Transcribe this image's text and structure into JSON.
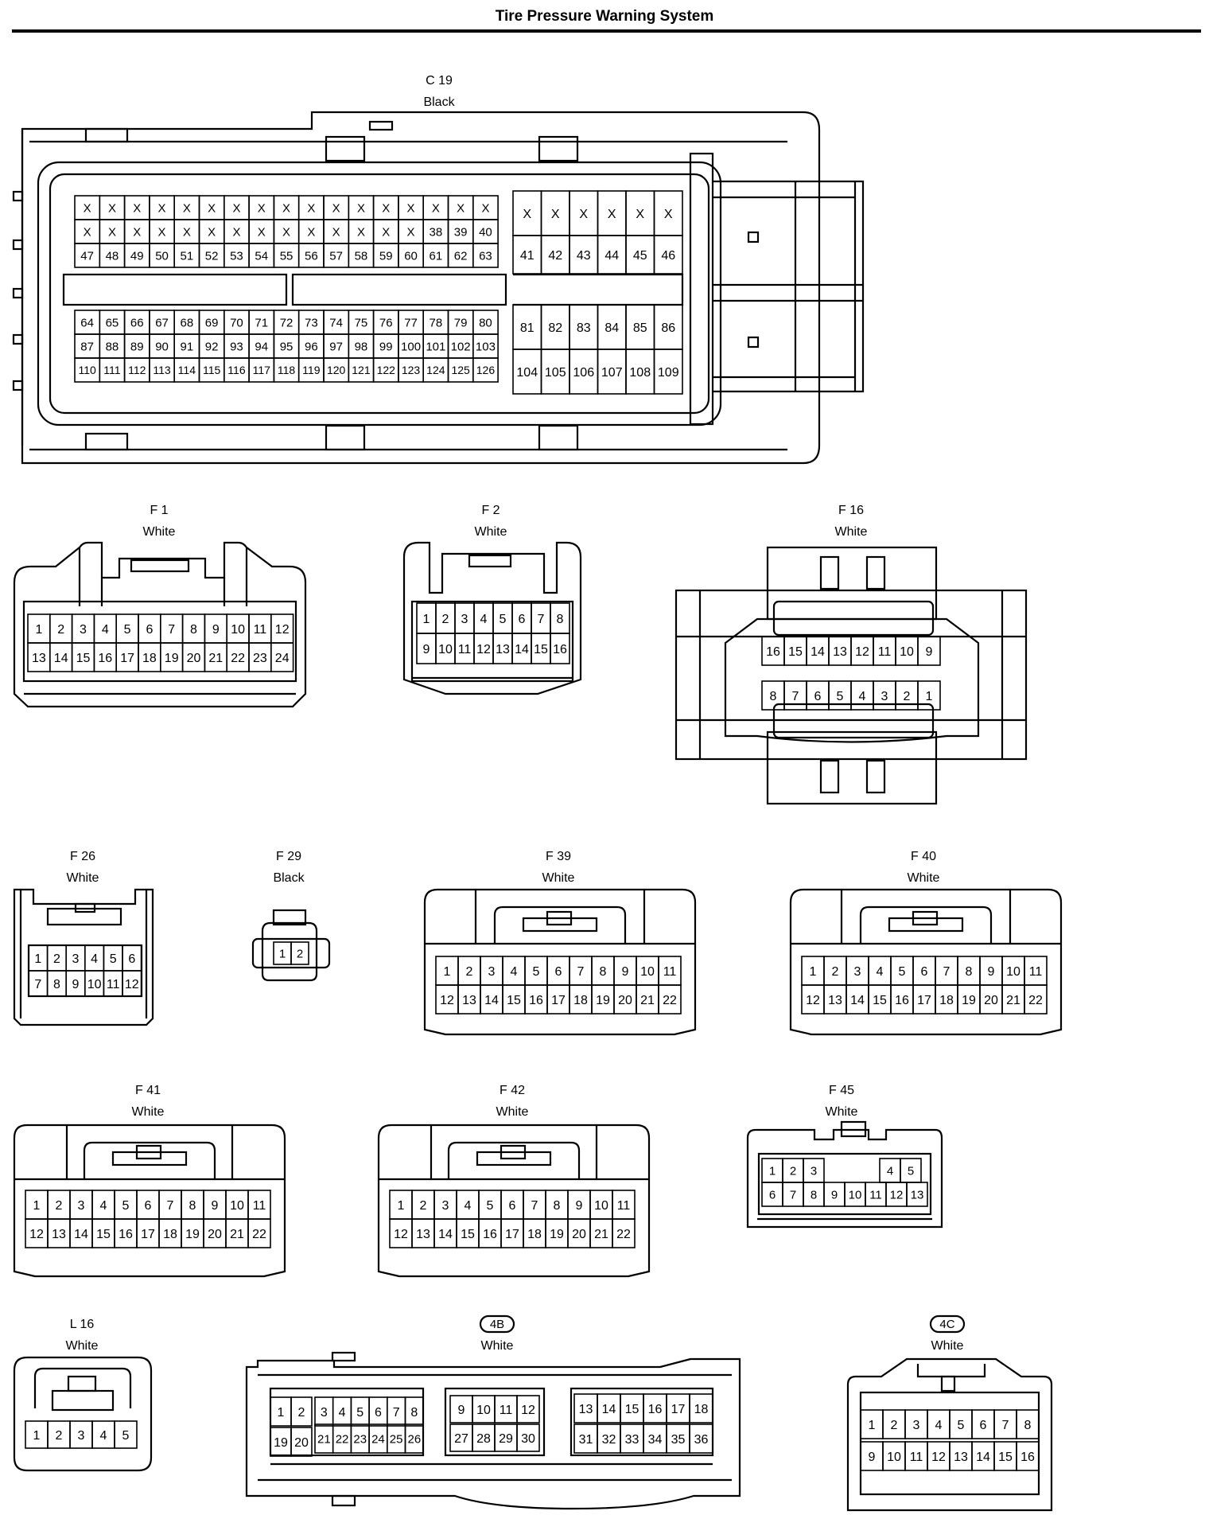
{
  "title": "Tire Pressure Warning System",
  "c19": {
    "name": "C 19",
    "color": "Black",
    "left_rows": [
      [
        "X",
        "X",
        "X",
        "X",
        "X",
        "X",
        "X",
        "X",
        "X",
        "X",
        "X",
        "X",
        "X",
        "X",
        "X",
        "X",
        "X"
      ],
      [
        "X",
        "X",
        "X",
        "X",
        "X",
        "X",
        "X",
        "X",
        "X",
        "X",
        "X",
        "X",
        "X",
        "X",
        "38",
        "39",
        "40"
      ],
      [
        "47",
        "48",
        "49",
        "50",
        "51",
        "52",
        "53",
        "54",
        "55",
        "56",
        "57",
        "58",
        "59",
        "60",
        "61",
        "62",
        "63"
      ],
      [
        "64",
        "65",
        "66",
        "67",
        "68",
        "69",
        "70",
        "71",
        "72",
        "73",
        "74",
        "75",
        "76",
        "77",
        "78",
        "79",
        "80"
      ],
      [
        "87",
        "88",
        "89",
        "90",
        "91",
        "92",
        "93",
        "94",
        "95",
        "96",
        "97",
        "98",
        "99",
        "100",
        "101",
        "102",
        "103"
      ],
      [
        "110",
        "111",
        "112",
        "113",
        "114",
        "115",
        "116",
        "117",
        "118",
        "119",
        "120",
        "121",
        "122",
        "123",
        "124",
        "125",
        "126"
      ]
    ],
    "right_rows": [
      [
        "X",
        "X",
        "X",
        "X",
        "X",
        "X"
      ],
      [
        "41",
        "42",
        "43",
        "44",
        "45",
        "46"
      ],
      [
        "81",
        "82",
        "83",
        "84",
        "85",
        "86"
      ],
      [
        "104",
        "105",
        "106",
        "107",
        "108",
        "109"
      ]
    ]
  },
  "connectors": [
    {
      "id": "f1",
      "name": "F 1",
      "color": "White",
      "rows": [
        [
          "1",
          "2",
          "3",
          "4",
          "5",
          "6",
          "7",
          "8",
          "9",
          "10",
          "11",
          "12"
        ],
        [
          "13",
          "14",
          "15",
          "16",
          "17",
          "18",
          "19",
          "20",
          "21",
          "22",
          "23",
          "24"
        ]
      ]
    },
    {
      "id": "f2",
      "name": "F 2",
      "color": "White",
      "rows": [
        [
          "1",
          "2",
          "3",
          "4",
          "5",
          "6",
          "7",
          "8"
        ],
        [
          "9",
          "10",
          "11",
          "12",
          "13",
          "14",
          "15",
          "16"
        ]
      ]
    },
    {
      "id": "f16",
      "name": "F 16",
      "color": "White",
      "rows": [
        [
          "16",
          "15",
          "14",
          "13",
          "12",
          "11",
          "10",
          "9"
        ],
        [
          "8",
          "7",
          "6",
          "5",
          "4",
          "3",
          "2",
          "1"
        ]
      ]
    },
    {
      "id": "f26",
      "name": "F 26",
      "color": "White",
      "rows": [
        [
          "1",
          "2",
          "3",
          "4",
          "5",
          "6"
        ],
        [
          "7",
          "8",
          "9",
          "10",
          "11",
          "12"
        ]
      ]
    },
    {
      "id": "f29",
      "name": "F 29",
      "color": "Black",
      "rows": [
        [
          "1",
          "2"
        ]
      ]
    },
    {
      "id": "f39",
      "name": "F 39",
      "color": "White",
      "rows": [
        [
          "1",
          "2",
          "3",
          "4",
          "5",
          "6",
          "7",
          "8",
          "9",
          "10",
          "11"
        ],
        [
          "12",
          "13",
          "14",
          "15",
          "16",
          "17",
          "18",
          "19",
          "20",
          "21",
          "22"
        ]
      ]
    },
    {
      "id": "f40",
      "name": "F 40",
      "color": "White",
      "rows": [
        [
          "1",
          "2",
          "3",
          "4",
          "5",
          "6",
          "7",
          "8",
          "9",
          "10",
          "11"
        ],
        [
          "12",
          "13",
          "14",
          "15",
          "16",
          "17",
          "18",
          "19",
          "20",
          "21",
          "22"
        ]
      ]
    },
    {
      "id": "f41",
      "name": "F 41",
      "color": "White",
      "rows": [
        [
          "1",
          "2",
          "3",
          "4",
          "5",
          "6",
          "7",
          "8",
          "9",
          "10",
          "11"
        ],
        [
          "12",
          "13",
          "14",
          "15",
          "16",
          "17",
          "18",
          "19",
          "20",
          "21",
          "22"
        ]
      ]
    },
    {
      "id": "f42",
      "name": "F 42",
      "color": "White",
      "rows": [
        [
          "1",
          "2",
          "3",
          "4",
          "5",
          "6",
          "7",
          "8",
          "9",
          "10",
          "11"
        ],
        [
          "12",
          "13",
          "14",
          "15",
          "16",
          "17",
          "18",
          "19",
          "20",
          "21",
          "22"
        ]
      ]
    },
    {
      "id": "f45",
      "name": "F 45",
      "color": "White",
      "rows": [
        [
          "1",
          "2",
          "3",
          "4",
          "5"
        ],
        [
          "6",
          "7",
          "8",
          "9",
          "10",
          "11",
          "12",
          "13"
        ]
      ]
    },
    {
      "id": "l16",
      "name": "L 16",
      "color": "White",
      "rows": [
        [
          "1",
          "2",
          "3",
          "4",
          "5"
        ]
      ]
    },
    {
      "id": "c4b",
      "name": "4B",
      "color": "White",
      "rows": [
        [
          "1",
          "2",
          "3",
          "4",
          "5",
          "6",
          "7",
          "8",
          "9",
          "10",
          "11",
          "12",
          "13",
          "14",
          "15",
          "16",
          "17",
          "18"
        ],
        [
          "19",
          "20",
          "21",
          "22",
          "23",
          "24",
          "25",
          "26",
          "27",
          "28",
          "29",
          "30",
          "31",
          "32",
          "33",
          "34",
          "35",
          "36"
        ]
      ]
    },
    {
      "id": "c4c",
      "name": "4C",
      "color": "White",
      "rows": [
        [
          "1",
          "2",
          "3",
          "4",
          "5",
          "6",
          "7",
          "8"
        ],
        [
          "9",
          "10",
          "11",
          "12",
          "13",
          "14",
          "15",
          "16"
        ]
      ]
    }
  ]
}
